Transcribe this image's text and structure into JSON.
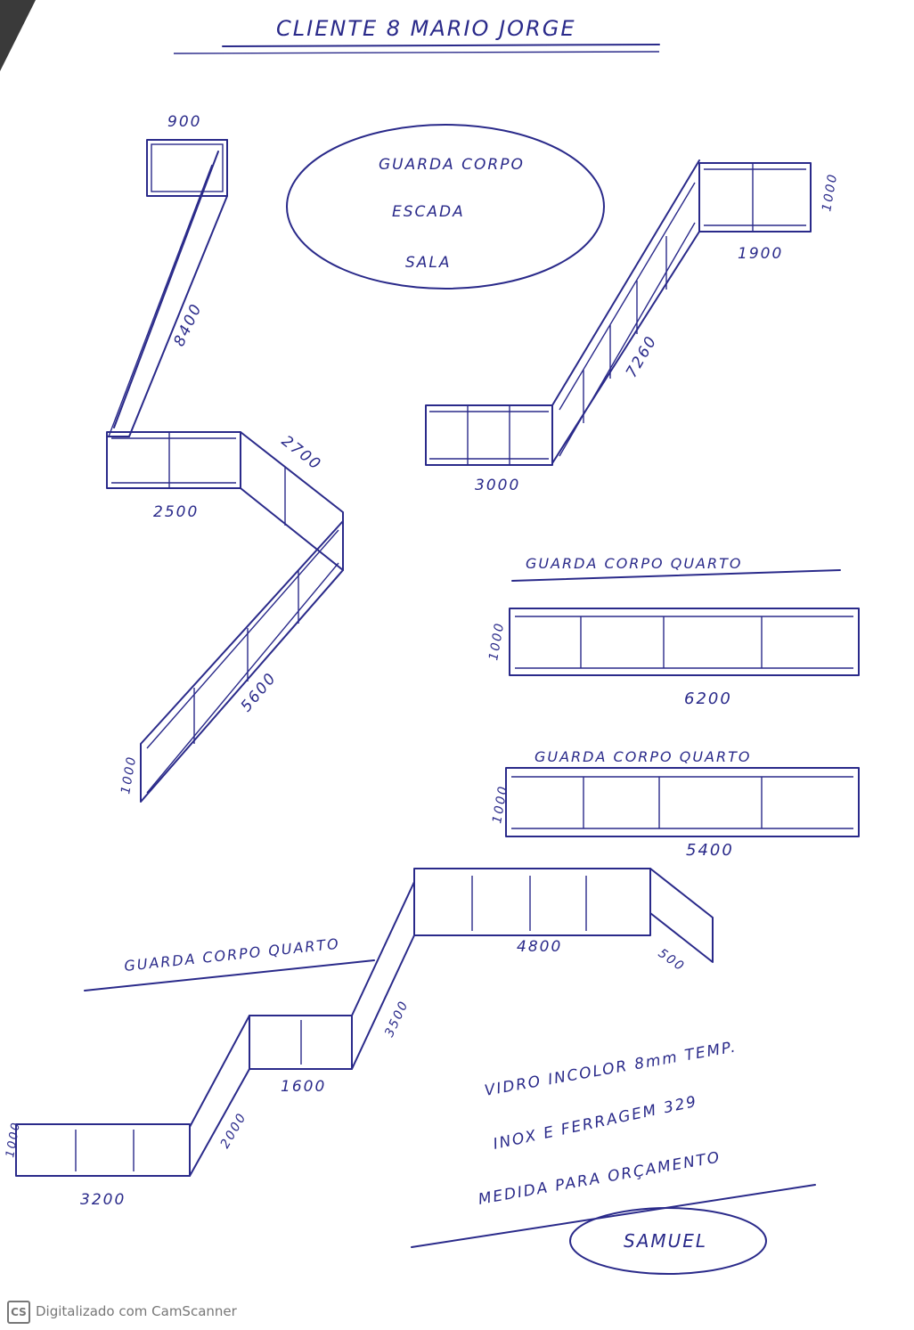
{
  "title": "CLIENTE 8 MARIO JORGE",
  "ellipse_lines": [
    "GUARDA CORPO",
    "ESCADA",
    "SALA"
  ],
  "stair_left": {
    "top_width": "900",
    "diag_upper": "8400",
    "bottom_left": "2500",
    "diag_mid": "2700",
    "diag_lower": "5600",
    "end_height": "1000"
  },
  "stair_right": {
    "top_width": "1900",
    "top_height": "1000",
    "diag": "7260",
    "bottom_width": "3000"
  },
  "section_quarto_1": {
    "title": "GUARDA CORPO QUARTO",
    "height": "1000",
    "width": "6200"
  },
  "section_quarto_2": {
    "title": "GUARDA CORPO QUARTO",
    "height": "1000",
    "width": "5400"
  },
  "section_quarto_3": {
    "title": "GUARDA CORPO QUARTO",
    "top_width": "4800",
    "end_return": "500",
    "diag_upper": "3500",
    "mid_width": "1600",
    "diag_lower": "2000",
    "bottom_width": "3200",
    "height": "1000"
  },
  "notes": [
    "VIDRO INCOLOR 8mm TEMP.",
    "INOX E FERRAGEM 329",
    "MEDIDA PARA ORÇAMENTO"
  ],
  "signature": "SAMUEL",
  "footer": {
    "logo": "CS",
    "text": "Digitalizado com CamScanner"
  },
  "colors": {
    "ink": "#2a2a8a",
    "paper": "#ffffff",
    "background": "#3a3a3a"
  }
}
